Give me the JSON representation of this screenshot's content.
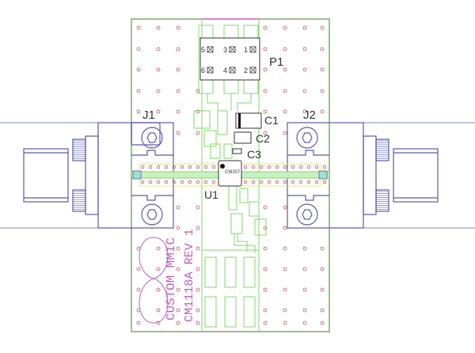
{
  "colors": {
    "board_outline": "#9cc08c",
    "copper": "#7fd86a",
    "copper_alt": "#c8e060",
    "via": "#c05060",
    "silkscreen": "#c060c0",
    "connector": "#5a5aa8",
    "component": "#333333"
  },
  "designators": {
    "j1": "J1",
    "j2": "J2",
    "p1": "P1",
    "c1": "C1",
    "c2": "C2",
    "c3": "C3",
    "u1": "U1",
    "u1_part": "CM307"
  },
  "p1_pins": [
    "5",
    "3",
    "1",
    "6",
    "4",
    "2"
  ],
  "silkscreen_text": {
    "line1": "CUSTOM MMIC",
    "line2": "CM1118A REV 1"
  },
  "logo": "infinity-logo"
}
